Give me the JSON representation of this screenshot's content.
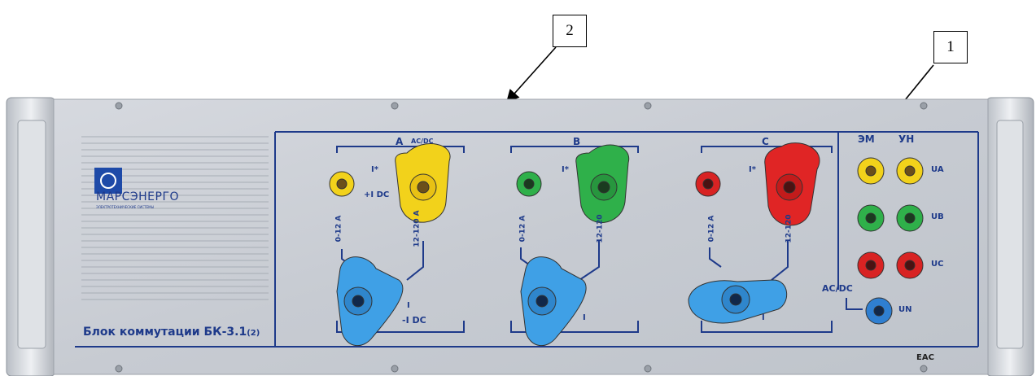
{
  "callouts": {
    "one": "1",
    "two": "2"
  },
  "brand": {
    "logo_text": "МАРСЭНЕРГО",
    "logo_subtext": "ЭЛЕКТРОТЕХНИЧЕСКИЕ СИСТЕМЫ"
  },
  "device_label": "Блок коммутации БК-3.1",
  "device_label_suffix": "(2)",
  "cert_mark": "EAC",
  "phase_a": {
    "name": "A",
    "mode": "AC/DC",
    "i_star": "I*",
    "plus_label": "+I DC",
    "range_low": "0-12 A",
    "range_high": "12-120 A",
    "i_label": "I",
    "minus_label": "-I DC"
  },
  "phase_b": {
    "name": "B",
    "i_star": "I*",
    "range_low": "0-12 A",
    "range_high": "12-120",
    "i_label": "I"
  },
  "phase_c": {
    "name": "C",
    "i_star": "I*",
    "range_low": "0-12 A",
    "range_high": "12-120",
    "i_label": "I"
  },
  "voltage": {
    "col_em": "ЭМ",
    "col_un": "УН",
    "ua": "UA",
    "ub": "UB",
    "uc": "UC",
    "un": "UN",
    "acdc": "AC/DC"
  },
  "colors": {
    "yellow": "#f2d21b",
    "green": "#2fb04a",
    "red": "#e02525",
    "blue": "#3fa0e6",
    "panel": "#cbcfd6",
    "line": "#1e3a8a"
  }
}
